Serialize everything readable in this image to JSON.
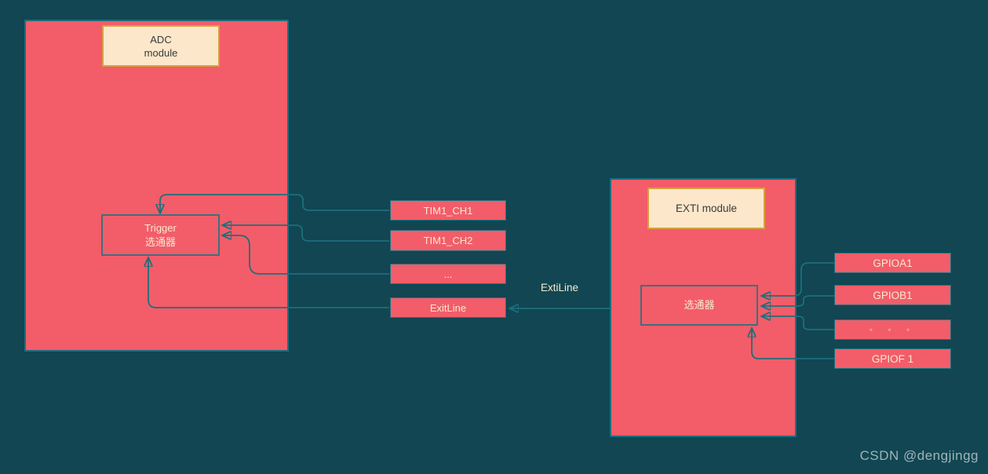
{
  "colors": {
    "background": "#114652",
    "module_fill": "#f25d69",
    "connector_teal": "#1e6e7c",
    "label_box_fill": "#fce7cb",
    "label_box_border": "#d8a13e",
    "inner_box_border": "#3f6f7e",
    "light_text": "#f8e9ce",
    "dark_text": "#3a3a3a",
    "watermark_gray": "#a0b4b9"
  },
  "adc_module": {
    "label_line1": "ADC",
    "label_line2": "module",
    "trigger_line1": "Trigger",
    "trigger_line2": "选通器"
  },
  "exti_module": {
    "label": "EXTI module",
    "selector_label": "选通器"
  },
  "trigger_sources": [
    {
      "label": "TIM1_CH1"
    },
    {
      "label": "TIM1_CH2"
    },
    {
      "label": "..."
    },
    {
      "label": "ExitLine"
    }
  ],
  "gpio_sources": [
    {
      "label": "GPIOA1"
    },
    {
      "label": "GPIOB1"
    },
    {
      "label": "◦ ◦ ◦"
    },
    {
      "label": "GPIOF 1"
    }
  ],
  "connection_label": "ExtiLine",
  "watermark": "CSDN @dengjingg"
}
